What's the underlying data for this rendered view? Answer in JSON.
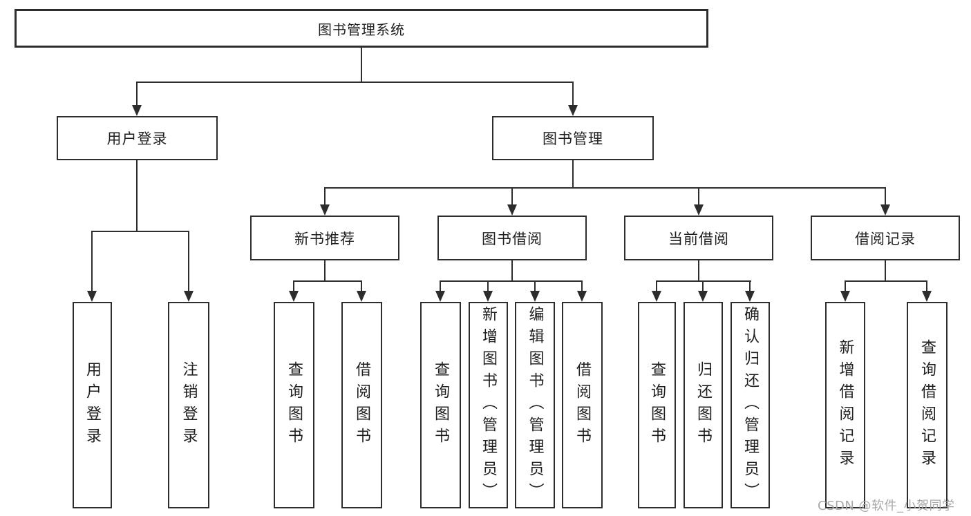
{
  "diagram": {
    "type": "tree",
    "nodes": {
      "root": {
        "label": "图书管理系统"
      },
      "user_login": {
        "label": "用户登录"
      },
      "book_mgmt": {
        "label": "图书管理"
      },
      "new_book_rec": {
        "label": "新书推荐"
      },
      "book_borrow": {
        "label": "图书借阅"
      },
      "current_borrow": {
        "label": "当前借阅"
      },
      "borrow_record": {
        "label": "借阅记录"
      },
      "leaf_user_login": {
        "label": "用户登录"
      },
      "leaf_logout": {
        "label": "注销登录"
      },
      "leaf_query_book_rec": {
        "label": "查询图书"
      },
      "leaf_borrow_book_rec": {
        "label": "借阅图书"
      },
      "leaf_query_book_borrow": {
        "label": "查询图书"
      },
      "leaf_add_book": {
        "label": "新增图书（管理员）"
      },
      "leaf_edit_book": {
        "label": "编辑图书（管理员）"
      },
      "leaf_borrow_book_borrow": {
        "label": "借阅图书"
      },
      "leaf_query_book_current": {
        "label": "查询图书"
      },
      "leaf_return_book": {
        "label": "归还图书"
      },
      "leaf_confirm_return": {
        "label": "确认归还（管理员）"
      },
      "leaf_add_borrow_record": {
        "label": "新增借阅记录"
      },
      "leaf_query_borrow_record": {
        "label": "查询借阅记录"
      }
    },
    "edges": [
      [
        "图书管理系统",
        "用户登录"
      ],
      [
        "图书管理系统",
        "图书管理"
      ],
      [
        "用户登录",
        "用户登录"
      ],
      [
        "用户登录",
        "注销登录"
      ],
      [
        "图书管理",
        "新书推荐"
      ],
      [
        "图书管理",
        "图书借阅"
      ],
      [
        "图书管理",
        "当前借阅"
      ],
      [
        "图书管理",
        "借阅记录"
      ],
      [
        "新书推荐",
        "查询图书"
      ],
      [
        "新书推荐",
        "借阅图书"
      ],
      [
        "图书借阅",
        "查询图书"
      ],
      [
        "图书借阅",
        "新增图书（管理员）"
      ],
      [
        "图书借阅",
        "编辑图书（管理员）"
      ],
      [
        "图书借阅",
        "借阅图书"
      ],
      [
        "当前借阅",
        "查询图书"
      ],
      [
        "当前借阅",
        "归还图书"
      ],
      [
        "当前借阅",
        "确认归还（管理员）"
      ],
      [
        "借阅记录",
        "新增借阅记录"
      ],
      [
        "借阅记录",
        "查询借阅记录"
      ]
    ]
  },
  "watermark": {
    "text": "CSDN @软件_小贺同学"
  },
  "colors": {
    "line": "#2d2d2d",
    "box_border": "#2d2d2d",
    "text": "#1f1f1f",
    "watermark": "#a8a8a8",
    "background": "#ffffff"
  }
}
